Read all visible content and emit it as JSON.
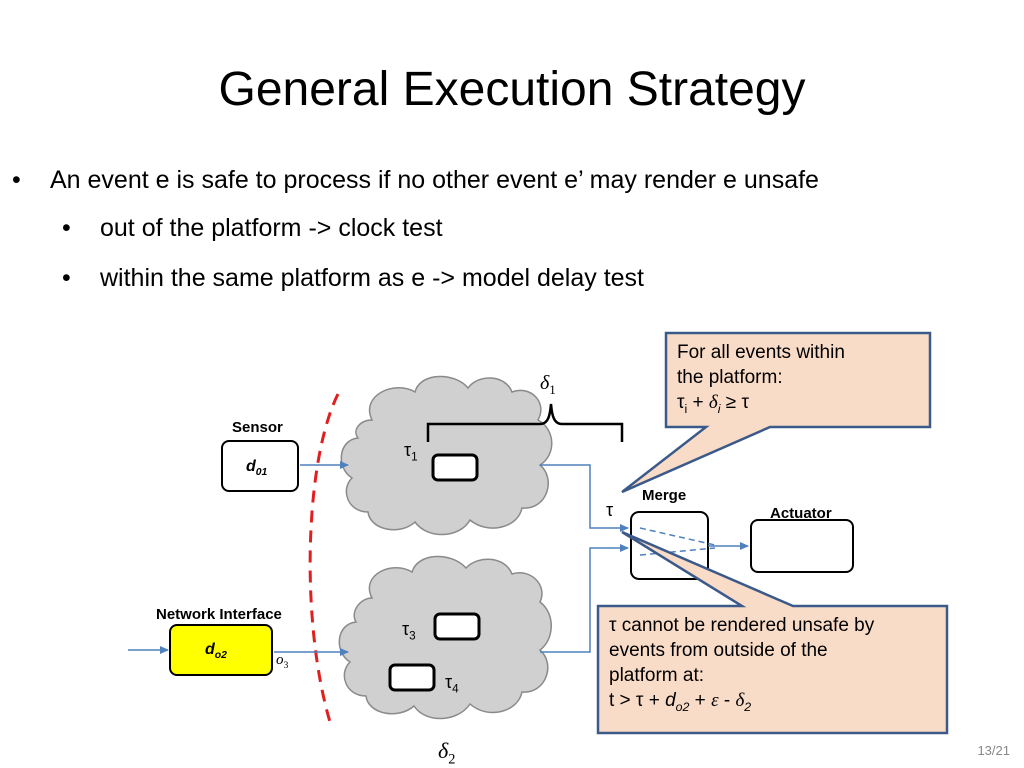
{
  "title": "General Execution Strategy",
  "bullets": {
    "b1": "An event e is safe to process if no other event e’ may render e unsafe",
    "b2": "out of the platform ->  clock test",
    "b3": "within the same platform as e ->  model delay test"
  },
  "labels": {
    "sensor": "Sensor",
    "sensor_box": "d",
    "sensor_box_sub": "01",
    "network_interface": "Network Interface",
    "ni_box": "d",
    "ni_box_sub": "o2",
    "o3": "o",
    "o3_sub": "3",
    "merge": "Merge",
    "actuator": "Actuator",
    "tau": "τ",
    "tau1_sub": "1",
    "tau3_sub": "3",
    "tau4_sub": "4",
    "delta1": "δ",
    "delta1_sub": "1",
    "delta2": "δ",
    "delta2_sub": "2"
  },
  "callout_top": {
    "line1": "For all events within",
    "line2": "the platform:",
    "line3_a": "τ",
    "line3_sub": "i",
    "line3_b": " + ",
    "line3_delta": "δ",
    "line3_delta_sub": "i",
    "line3_c": " ≥ τ"
  },
  "callout_bottom": {
    "line1": "τ cannot be rendered unsafe by",
    "line2": "events from outside of the",
    "line3": "platform at:",
    "line4_a": "t > τ + ",
    "line4_d": "d",
    "line4_d_sub": "o2",
    "line4_b": " + ",
    "line4_eps": "ε",
    "line4_c": " - ",
    "line4_delta": "δ",
    "line4_delta_sub": "2"
  },
  "page_number": "13/21",
  "colors": {
    "cloud_fill": "#d0d0d0",
    "cloud_stroke": "#8a8a8a",
    "arrow": "#4f81bd",
    "callout_fill": "#f9dcc8",
    "callout_stroke": "#3b5a8a",
    "ni_fill": "#ffff00",
    "dashed_red": "#e02020"
  }
}
